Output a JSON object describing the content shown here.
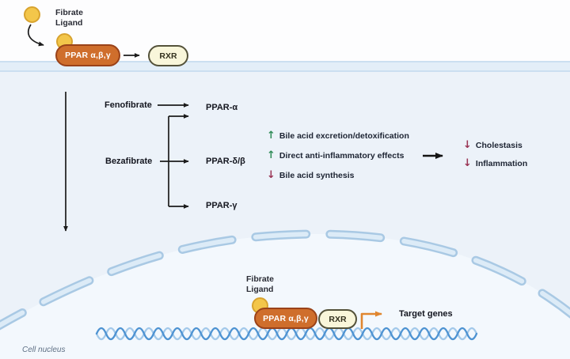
{
  "colors": {
    "ppar_fill": "#cf6e2c",
    "ppar_border": "#9a4219",
    "rxr_fill": "#f9f6da",
    "rxr_border": "#54523a",
    "ligand_fill": "#f3c64a",
    "ligand_border": "#d8a32f",
    "membrane": "#e3eef8",
    "cytoplasm": "#ecf2f9",
    "nucleus_interior": "#f3f8fd",
    "up_green": "#2e8b57",
    "down_maroon": "#993353",
    "target_arrow_orange": "#e0862f",
    "dna_blue": "#4e93d2"
  },
  "extracellular": {
    "ligand_line1": "Fibrate",
    "ligand_line2": "Ligand",
    "ppar_label": "PPAR α,β,γ",
    "rxr_label": "RXR"
  },
  "pathway": {
    "drug1": "Fenofibrate",
    "drug2": "Bezafibrate",
    "target1": "PPAR-α",
    "target2": "PPAR-δ/β",
    "target3": "PPAR-γ"
  },
  "effects": [
    {
      "direction": "up",
      "glyph": "↑",
      "text": "Bile acid excretion/detoxification"
    },
    {
      "direction": "up",
      "glyph": "↑",
      "text": "Direct anti-inflammatory effects"
    },
    {
      "direction": "down",
      "glyph": "↓",
      "text": "Bile acid synthesis"
    }
  ],
  "outcomes": [
    {
      "direction": "down",
      "glyph": "↓",
      "text": "Cholestasis"
    },
    {
      "direction": "down",
      "glyph": "↓",
      "text": "Inflammation"
    }
  ],
  "nucleus": {
    "ligand_line1": "Fibrate",
    "ligand_line2": "Ligand",
    "ppar_label": "PPAR α,β,γ",
    "rxr_label": "RXR",
    "target_genes_label": "Target genes",
    "caption": "Cell nucleus"
  }
}
